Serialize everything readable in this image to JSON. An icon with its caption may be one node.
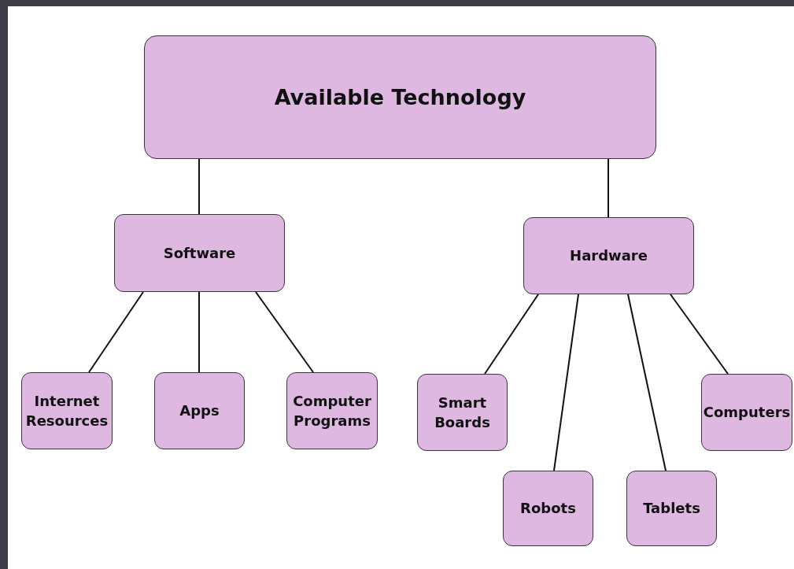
{
  "diagram": {
    "nodes": [
      {
        "text": [
          "Available Technology"
        ]
      },
      {
        "text": [
          "Software"
        ]
      },
      {
        "text": [
          "Hardware"
        ]
      },
      {
        "text": [
          "Internet Resources"
        ]
      },
      {
        "text": [
          "Apps"
        ]
      },
      {
        "text": [
          "Computer Programs"
        ]
      },
      {
        "text": [
          "Smart Boards"
        ]
      },
      {
        "text": [
          "Robots"
        ]
      },
      {
        "text": [
          "Tablets"
        ]
      },
      {
        "text": [
          "Computers"
        ]
      }
    ],
    "edges": [
      {
        "from": 0,
        "to": 1,
        "arrow": "none"
      },
      {
        "from": 0,
        "to": 2,
        "arrow": "none"
      },
      {
        "from": 1,
        "to": 3,
        "arrow": "none"
      },
      {
        "from": 1,
        "to": 4,
        "arrow": "none"
      },
      {
        "from": 1,
        "to": 5,
        "arrow": "none"
      },
      {
        "from": 2,
        "to": 6,
        "arrow": "none"
      },
      {
        "from": 2,
        "to": 7,
        "arrow": "none"
      },
      {
        "from": 2,
        "to": 8,
        "arrow": "none"
      },
      {
        "from": 2,
        "to": 9,
        "arrow": "none"
      }
    ]
  }
}
